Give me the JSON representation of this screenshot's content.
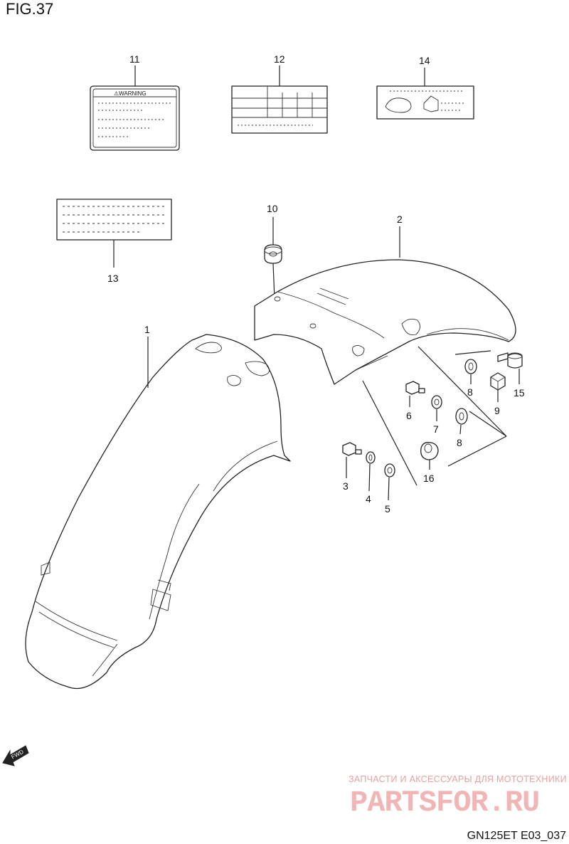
{
  "figure": {
    "title": "FIG.37",
    "code": "GN125ET E03_037"
  },
  "labels": {
    "warning_text": "⚠WARNING",
    "fwd_text": "FWD"
  },
  "callouts": [
    {
      "id": "c1",
      "text": "1"
    },
    {
      "id": "c2",
      "text": "2"
    },
    {
      "id": "c3",
      "text": "3"
    },
    {
      "id": "c4",
      "text": "4"
    },
    {
      "id": "c5",
      "text": "5"
    },
    {
      "id": "c6",
      "text": "6"
    },
    {
      "id": "c7",
      "text": "7"
    },
    {
      "id": "c8a",
      "text": "8"
    },
    {
      "id": "c8b",
      "text": "8"
    },
    {
      "id": "c9",
      "text": "9"
    },
    {
      "id": "c10",
      "text": "10"
    },
    {
      "id": "c11",
      "text": "11"
    },
    {
      "id": "c12",
      "text": "12"
    },
    {
      "id": "c13",
      "text": "13"
    },
    {
      "id": "c14",
      "text": "14"
    },
    {
      "id": "c15",
      "text": "15"
    },
    {
      "id": "c16",
      "text": "16"
    }
  ],
  "watermark": {
    "line1": "ЗАПЧАСТИ И АКСЕССУАРЫ ДЛЯ МОТОТЕХНИКИ",
    "line2": "PARTSFOR.RU"
  }
}
